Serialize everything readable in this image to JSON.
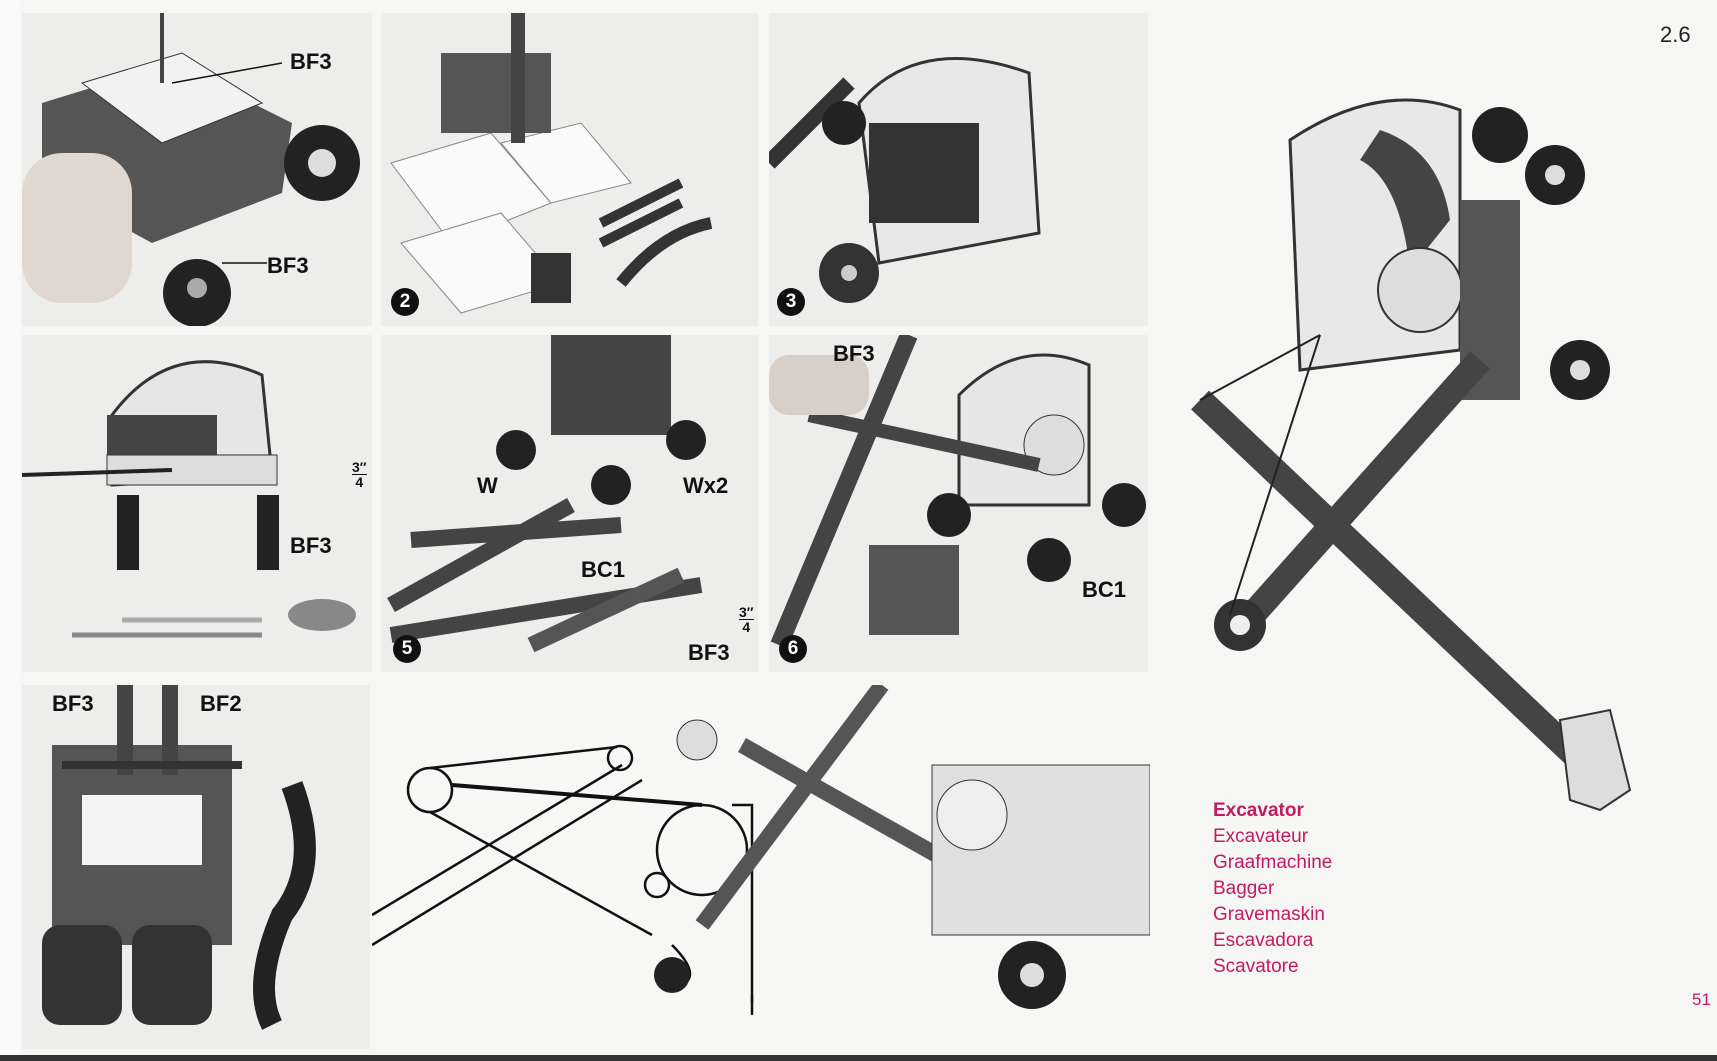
{
  "section_number": "2.6",
  "page_number": "51",
  "model_names": [
    "Excavator",
    "Excavateur",
    "Graafmachine",
    "Bagger",
    "Gravemaskin",
    "Escavadora",
    "Scavatore"
  ],
  "accent_color": "#c41a63",
  "panels": {
    "p1": {
      "labels": [
        "BF3",
        "BF3"
      ]
    },
    "p2": {
      "step": "2"
    },
    "p3": {
      "step": "3"
    },
    "p4": {
      "labels": [
        "BF3"
      ],
      "fraction": {
        "num": "3″",
        "den": "4"
      }
    },
    "p5": {
      "step": "5",
      "labels": [
        "W",
        "Wx2",
        "BC1",
        "BF3"
      ],
      "fraction": {
        "num": "3″",
        "den": "4"
      }
    },
    "p6": {
      "step": "6",
      "labels": [
        "BF3",
        "BC1"
      ]
    },
    "p7": {
      "labels": [
        "BF3",
        "BF2"
      ]
    }
  }
}
